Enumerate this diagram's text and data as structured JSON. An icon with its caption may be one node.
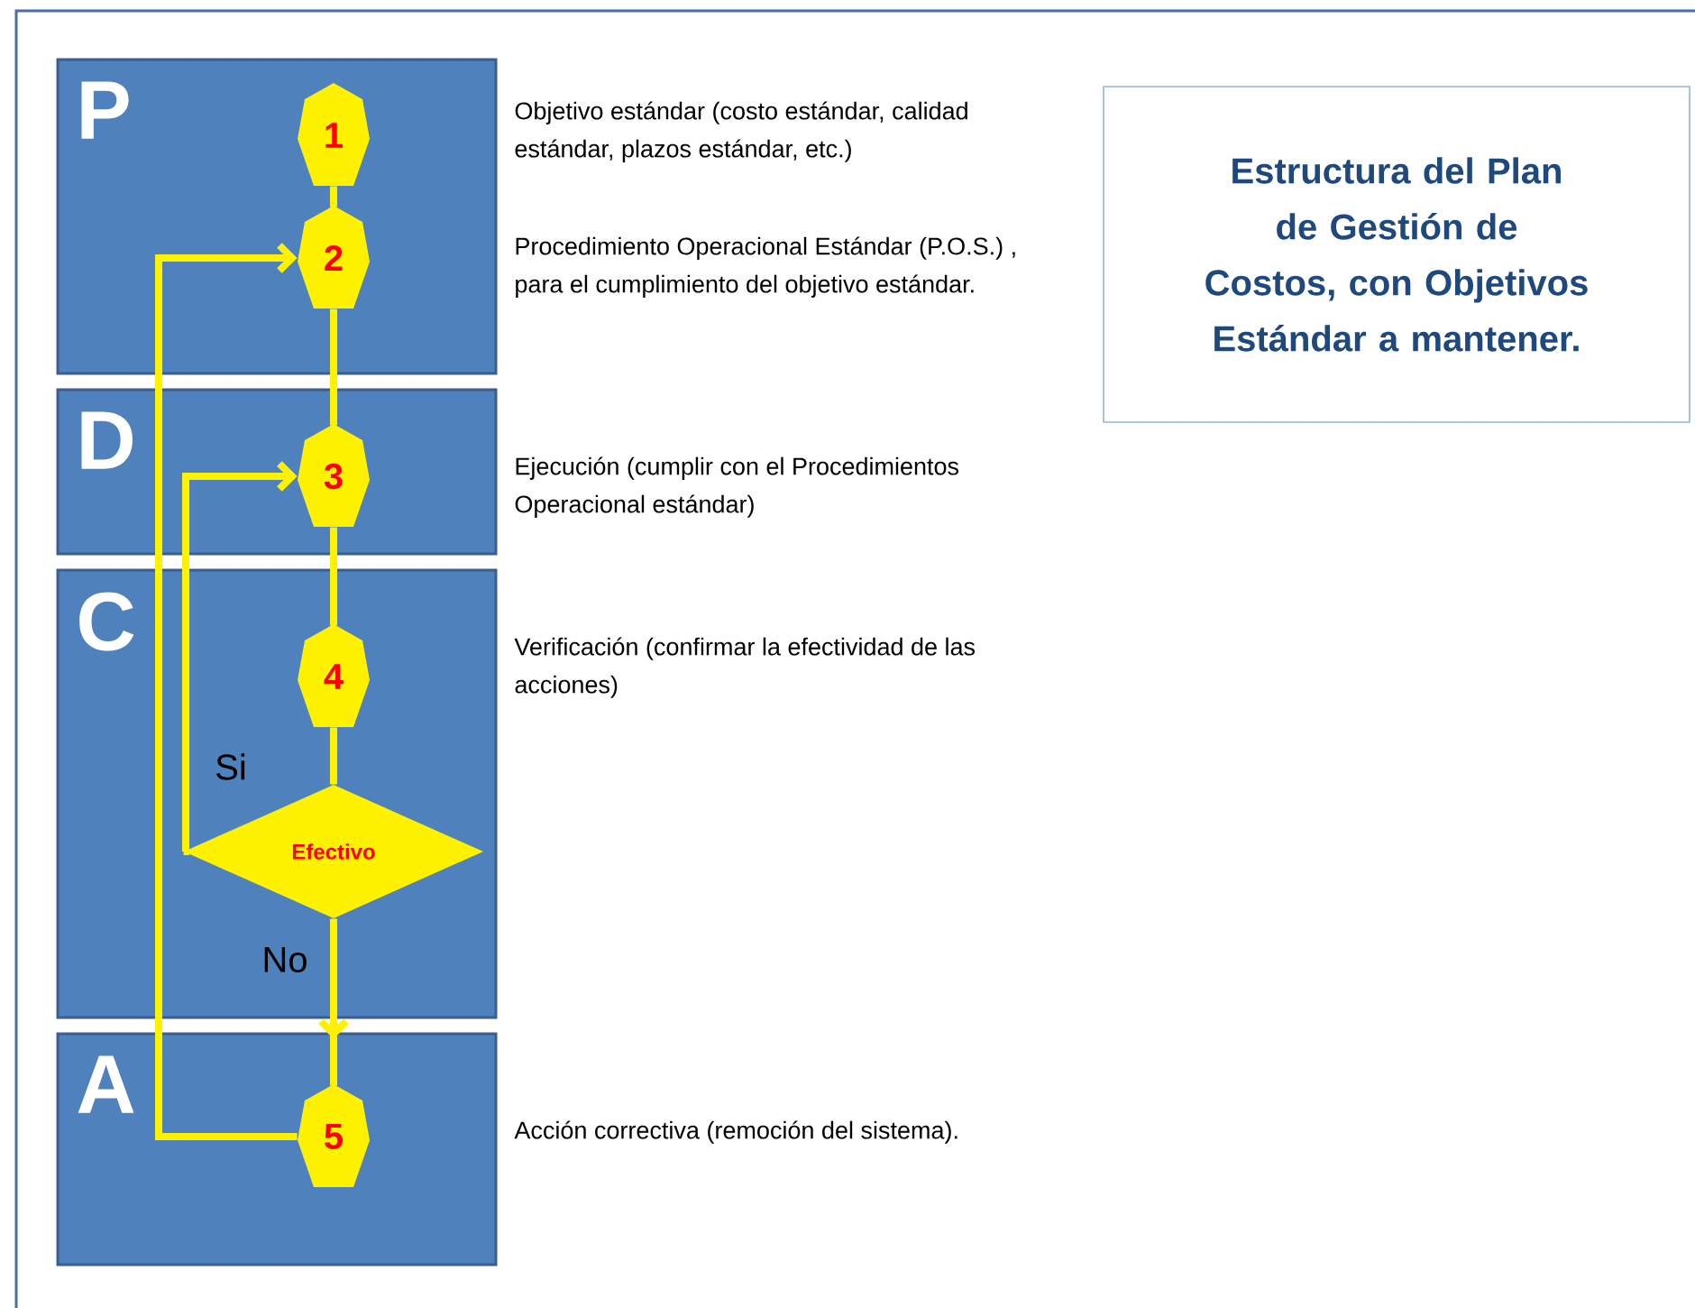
{
  "diagram": {
    "nodes": [
      {
        "text": [
          "Estructura del Plan de Gestión de Costos, con Objetivos Estándar a mantener."
        ]
      },
      {
        "text": [
          "P"
        ]
      },
      {
        "text": [
          "D"
        ]
      },
      {
        "text": [
          "C"
        ]
      },
      {
        "text": [
          "A"
        ]
      },
      {
        "text": [
          "1"
        ],
        "in": 1
      },
      {
        "text": [
          "2"
        ],
        "in": 1
      },
      {
        "text": [
          "3"
        ],
        "in": 2
      },
      {
        "text": [
          "4"
        ],
        "in": 3
      },
      {
        "text": [
          "Efectivo"
        ],
        "in": 3
      },
      {
        "text": [
          "5"
        ],
        "in": 4
      }
    ],
    "edges": [
      {
        "from": 5,
        "to": 6,
        "arrow": "none"
      },
      {
        "from": 6,
        "to": 7,
        "arrow": "none"
      },
      {
        "from": 7,
        "to": 8,
        "arrow": "none"
      },
      {
        "from": 8,
        "to": 9,
        "arrow": "none"
      },
      {
        "from": 9,
        "to": 7,
        "arrow": "to",
        "label": "Si"
      },
      {
        "from": 9,
        "to": 10,
        "arrow": "to",
        "label": "No"
      },
      {
        "from": 10,
        "to": 6,
        "arrow": "to"
      }
    ],
    "labels": [
      "Objetivo estándar (costo estándar, calidad estándar, plazos estándar, etc.)",
      "Procedimiento  Operacional Estándar (P.O.S.) , para el cumplimiento del objetivo estándar.",
      "Ejecución (cumplir con el Procedimientos Operacional estándar)",
      "Verificación (confirmar la efectividad de las acciones)",
      "Acción correctiva (remoción del sistema)."
    ]
  }
}
